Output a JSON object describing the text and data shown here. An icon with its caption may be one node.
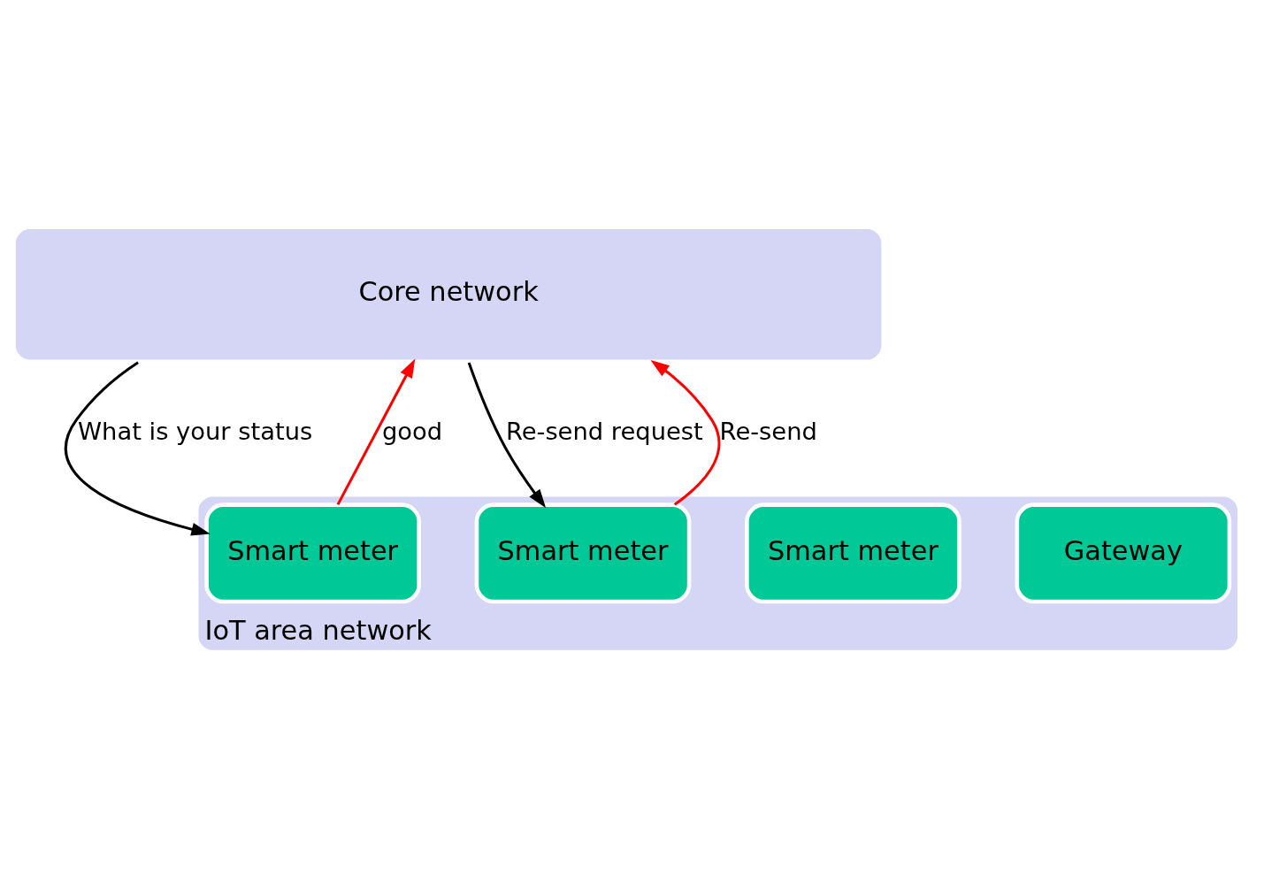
{
  "diagram": {
    "nodes": [
      {
        "text": [
          "Core network"
        ]
      },
      {
        "text": [
          "IoT area network"
        ]
      },
      {
        "text": [
          "Gateway"
        ],
        "in": 1
      },
      {
        "text": [
          "Smart meter"
        ],
        "in": 1
      },
      {
        "text": [
          "Smart meter"
        ],
        "in": 1
      },
      {
        "text": [
          "Smart meter"
        ],
        "in": 1
      }
    ],
    "edges": [
      {
        "from": 0,
        "to": 4,
        "arrow": "to",
        "label": "What is your status"
      },
      {
        "from": 4,
        "to": 0,
        "arrow": "to",
        "label": "good",
        "color": "#ff0000"
      },
      {
        "from": 0,
        "to": 5,
        "arrow": "to",
        "label": "Re-send request"
      },
      {
        "from": 5,
        "to": 0,
        "arrow": "to",
        "label": "Re-send",
        "color": "#ff0000"
      }
    ]
  }
}
